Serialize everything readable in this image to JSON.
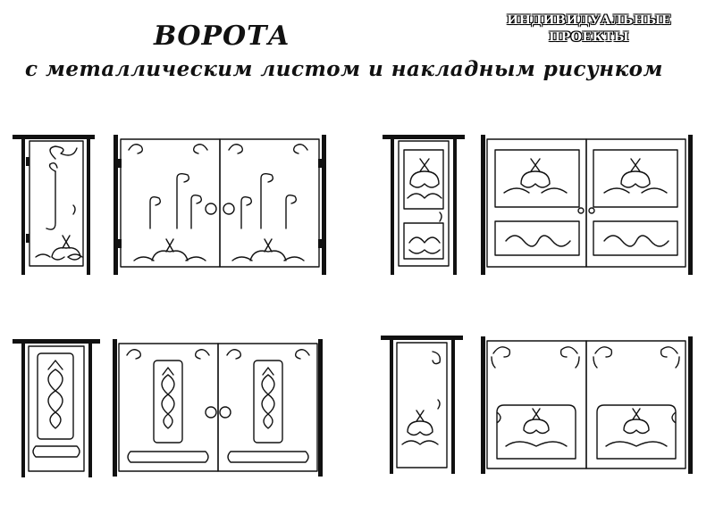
{
  "header": {
    "title": "ВОРОТА",
    "subtitle": "с металлическим листом и накладным рисунком"
  },
  "badge": {
    "line1": "ИНДИВИДУАЛЬНЫЕ",
    "line2": "ПРОЕКТЫ"
  },
  "designs": [
    {
      "id": 1,
      "motif": "heart-scroll"
    },
    {
      "id": 2,
      "motif": "panels-with-heart-scrolls"
    },
    {
      "id": 3,
      "motif": "framed-heart-medallion"
    },
    {
      "id": 4,
      "motif": "scroll-banner-with-heart"
    }
  ],
  "colors": {
    "ink": "#111111",
    "paper": "#ffffff"
  }
}
